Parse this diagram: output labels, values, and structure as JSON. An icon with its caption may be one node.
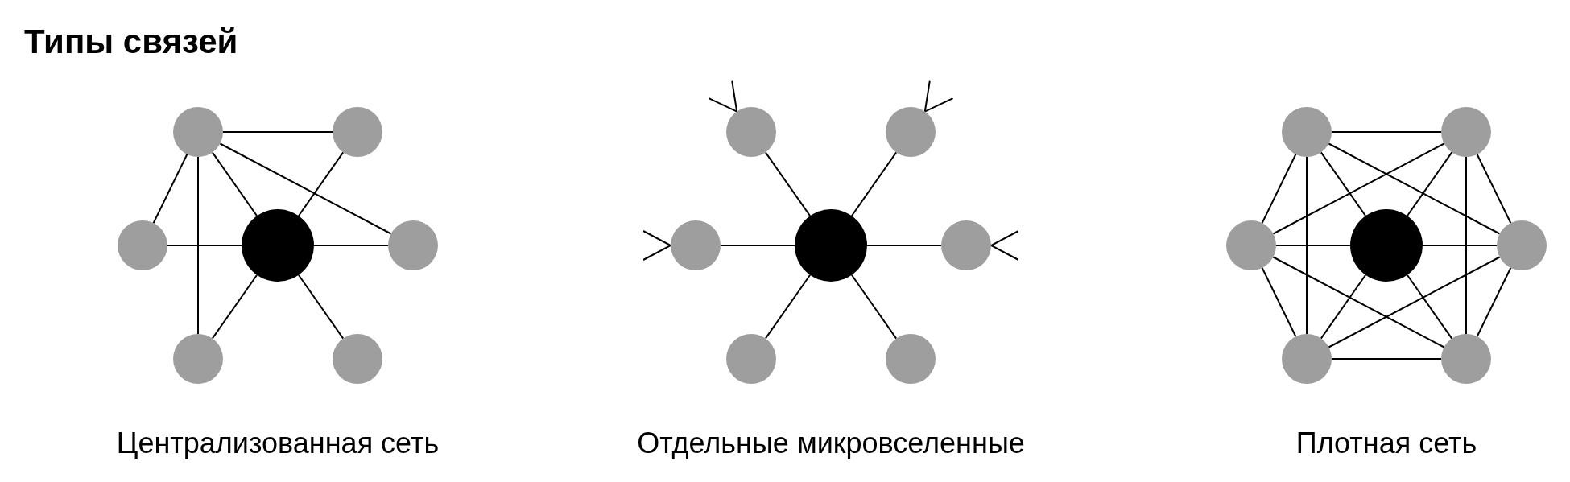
{
  "diagram": {
    "title": "Типы связей",
    "nodes": [
      {
        "text": [],
        "shape": "circle"
      },
      {
        "text": [],
        "shape": "circle"
      },
      {
        "text": [],
        "shape": "circle"
      },
      {
        "text": [],
        "shape": "circle"
      },
      {
        "text": [],
        "shape": "circle"
      },
      {
        "text": [],
        "shape": "circle"
      },
      {
        "text": [],
        "shape": "circle"
      },
      {
        "text": [],
        "shape": "circle"
      },
      {
        "text": [],
        "shape": "circle"
      },
      {
        "text": [],
        "shape": "circle"
      },
      {
        "text": [],
        "shape": "circle"
      },
      {
        "text": [],
        "shape": "circle"
      },
      {
        "text": [],
        "shape": "circle"
      },
      {
        "text": [],
        "shape": "circle"
      },
      {
        "text": [],
        "shape": "circle"
      },
      {
        "text": [],
        "shape": "circle"
      },
      {
        "text": [],
        "shape": "circle"
      },
      {
        "text": [],
        "shape": "circle"
      },
      {
        "text": [],
        "shape": "circle"
      },
      {
        "text": [],
        "shape": "circle"
      },
      {
        "text": [],
        "shape": "circle"
      }
    ],
    "edges": [
      {
        "from": 0,
        "to": 1,
        "arrow": "none"
      },
      {
        "from": 0,
        "to": 3,
        "arrow": "none"
      },
      {
        "from": 0,
        "to": 2,
        "arrow": "none"
      },
      {
        "from": 0,
        "to": 4,
        "arrow": "none"
      },
      {
        "from": 0,
        "to": 5,
        "arrow": "none"
      },
      {
        "from": 1,
        "to": 3,
        "arrow": "none"
      },
      {
        "from": 2,
        "to": 3,
        "arrow": "none"
      },
      {
        "from": 3,
        "to": 4,
        "arrow": "none"
      },
      {
        "from": 5,
        "to": 3,
        "arrow": "none"
      },
      {
        "from": 3,
        "to": 6,
        "arrow": "none"
      },
      {
        "from": 7,
        "to": 10,
        "arrow": "none"
      },
      {
        "from": 8,
        "to": 10,
        "arrow": "none"
      },
      {
        "from": 9,
        "to": 10,
        "arrow": "none"
      },
      {
        "from": 10,
        "to": 11,
        "arrow": "none"
      },
      {
        "from": 12,
        "to": 10,
        "arrow": "none"
      },
      {
        "from": 10,
        "to": 13,
        "arrow": "none"
      },
      {
        "from": null,
        "to": 7,
        "arrow": "to"
      },
      {
        "from": null,
        "to": 8,
        "arrow": "to"
      },
      {
        "from": null,
        "to": 9,
        "arrow": "to"
      },
      {
        "from": null,
        "to": 11,
        "arrow": "to"
      },
      {
        "from": 14,
        "to": 17,
        "arrow": "none"
      },
      {
        "from": 15,
        "to": 17,
        "arrow": "none"
      },
      {
        "from": 16,
        "to": 17,
        "arrow": "none"
      },
      {
        "from": 17,
        "to": 18,
        "arrow": "none"
      },
      {
        "from": 19,
        "to": 17,
        "arrow": "none"
      },
      {
        "from": 17,
        "to": 20,
        "arrow": "none"
      },
      {
        "from": 14,
        "to": 15,
        "arrow": "none"
      },
      {
        "from": 15,
        "to": 18,
        "arrow": "none"
      },
      {
        "from": 18,
        "to": 20,
        "arrow": "none"
      },
      {
        "from": 19,
        "to": 20,
        "arrow": "none"
      },
      {
        "from": 16,
        "to": 19,
        "arrow": "none"
      },
      {
        "from": 14,
        "to": 16,
        "arrow": "none"
      },
      {
        "from": 14,
        "to": 19,
        "arrow": "none"
      },
      {
        "from": 15,
        "to": 20,
        "arrow": "none"
      },
      {
        "from": 14,
        "to": 18,
        "arrow": "none"
      },
      {
        "from": 15,
        "to": 16,
        "arrow": "none"
      },
      {
        "from": 16,
        "to": 20,
        "arrow": "none"
      },
      {
        "from": 18,
        "to": 19,
        "arrow": "none"
      }
    ],
    "labels": [
      "Централизованная сеть",
      "Отдельные микровселенные",
      "Плотная сеть"
    ]
  }
}
